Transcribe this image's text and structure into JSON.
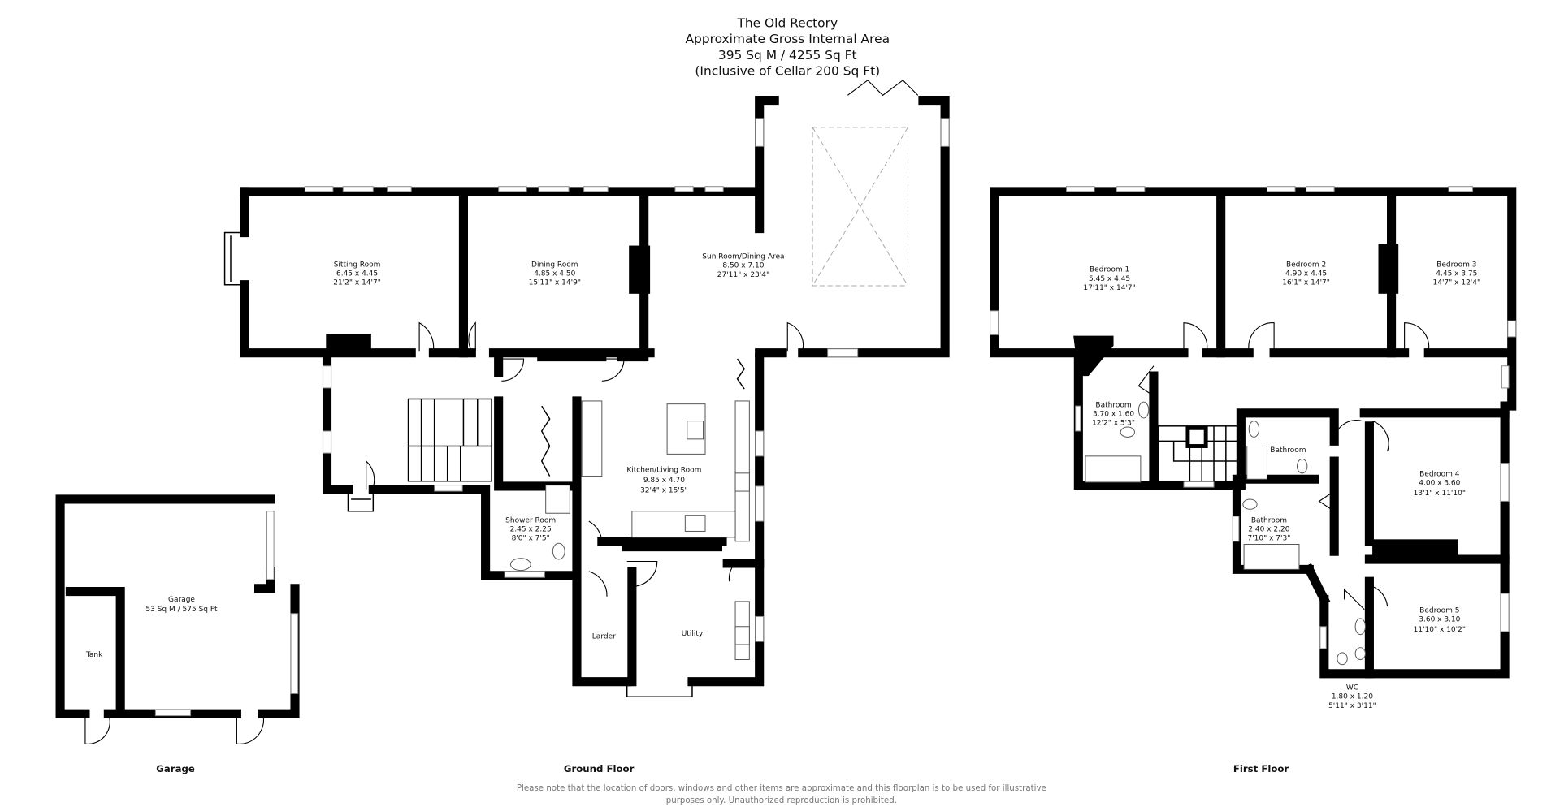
{
  "header": {
    "title": "The Old Rectory",
    "subtitle": "Approximate Gross Internal Area",
    "area": "395 Sq M / 4255 Sq Ft",
    "note": "(Inclusive of  Cellar 200 Sq Ft)"
  },
  "ground_floor": {
    "label": "Ground Floor",
    "rooms": [
      {
        "name": "Sitting Room",
        "metric": "6.45 x 4.45",
        "imperial": "21'2\" x 14'7\""
      },
      {
        "name": "Dining Room",
        "metric": "4.85 x 4.50",
        "imperial": "15'11\" x 14'9\""
      },
      {
        "name": "Sun Room/Dining Area",
        "metric": "8.50 x 7.10",
        "imperial": "27'11\" x 23'4\""
      },
      {
        "name": "Kitchen/Living Room",
        "metric": "9.85 x 4.70",
        "imperial": "32'4\" x 15'5\""
      },
      {
        "name": "Shower Room",
        "metric": "2.45 x 2.25",
        "imperial": "8'0\" x 7'5\""
      },
      {
        "name": "Larder"
      },
      {
        "name": "Utility"
      }
    ]
  },
  "garage": {
    "label": "Garage",
    "rooms": [
      {
        "name": "Garage",
        "metric": "53 Sq M / 575 Sq Ft"
      },
      {
        "name": "Tank"
      }
    ]
  },
  "first_floor": {
    "label": "First Floor",
    "rooms": [
      {
        "name": "Bedroom 1",
        "metric": "5.45 x 4.45",
        "imperial": "17'11\" x 14'7\""
      },
      {
        "name": "Bedroom 2",
        "metric": "4.90 x 4.45",
        "imperial": "16'1\" x 14'7\""
      },
      {
        "name": "Bedroom 3",
        "metric": "4.45 x 3.75",
        "imperial": "14'7\" x 12'4\""
      },
      {
        "name": "Bathroom",
        "metric": "3.70 x 1.60",
        "imperial": "12'2\" x 5'3\""
      },
      {
        "name": "Bathroom"
      },
      {
        "name": "Bathroom",
        "metric": "2.40 x 2.20",
        "imperial": "7'10\" x 7'3\""
      },
      {
        "name": "Bedroom 4",
        "metric": "4.00 x 3.60",
        "imperial": "13'1\" x 11'10\""
      },
      {
        "name": "Bedroom 5",
        "metric": "3.60 x 3.10",
        "imperial": "11'10\" x 10'2\""
      },
      {
        "name": "WC",
        "metric": "1.80 x 1.20",
        "imperial": "5'11\" x 3'11\""
      }
    ]
  },
  "disclaimer": {
    "line1": "Please note that the location of doors, windows and other items are approximate and this floorplan is to be used for illustrative",
    "line2": "purposes only. Unauthorized reproduction is prohibited."
  }
}
